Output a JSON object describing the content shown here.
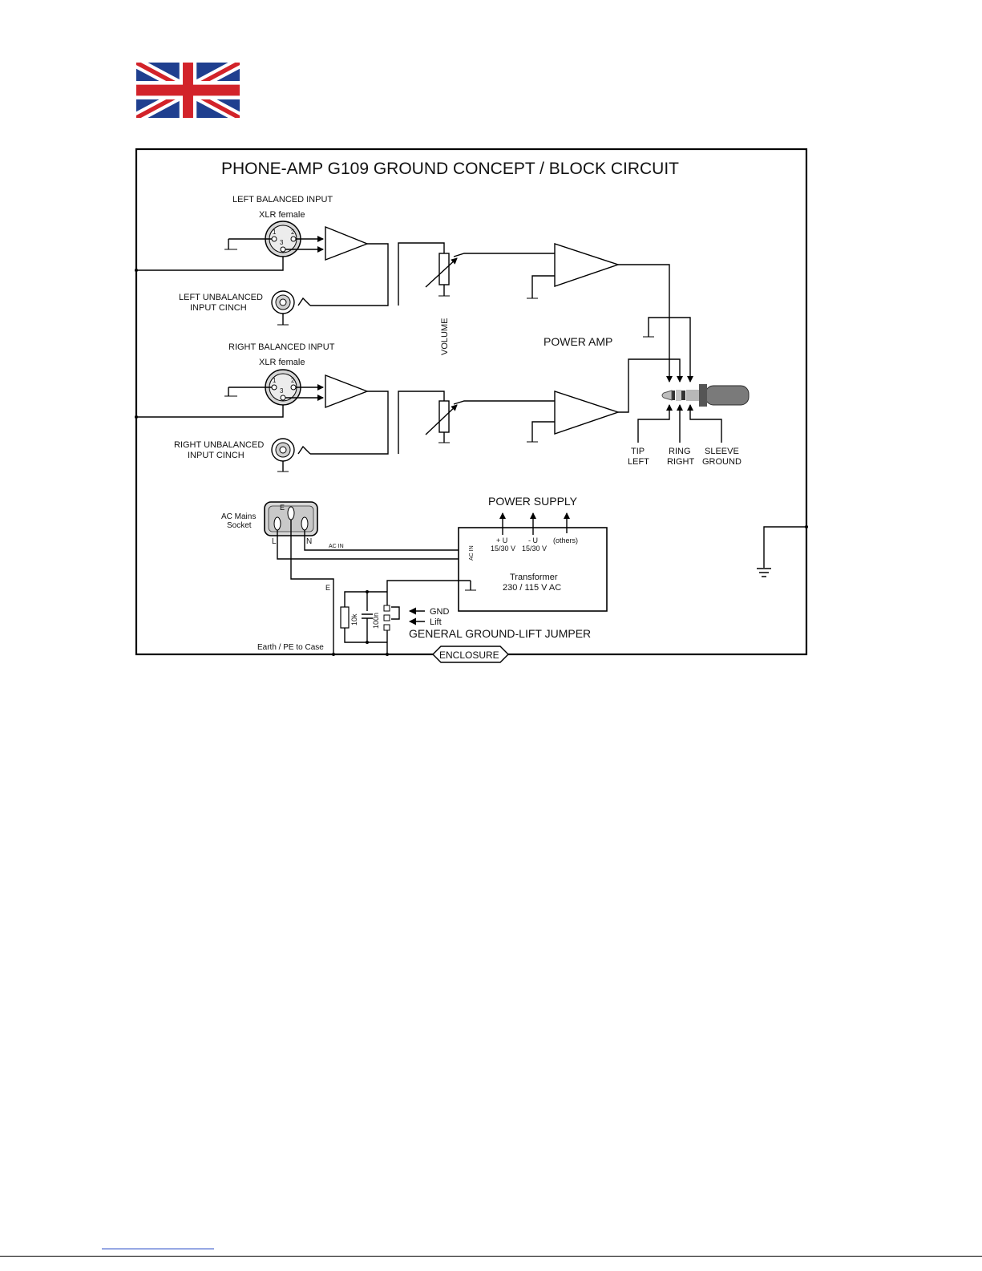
{
  "flag": {
    "name": "union-jack"
  },
  "diagram": {
    "title": "PHONE-AMP G109 GROUND CONCEPT / BLOCK CIRCUIT",
    "left_balanced": "LEFT BALANCED INPUT",
    "right_balanced": "RIGHT BALANCED  INPUT",
    "xlr_female": "XLR female",
    "pin1": "1",
    "pin2": "2",
    "pin3": "3",
    "left_unbalanced_1": "LEFT UNBALANCED",
    "left_unbalanced_2": "INPUT   CINCH",
    "right_unbalanced_1": "RIGHT UNBALANCED",
    "right_unbalanced_2": "INPUT   CINCH",
    "volume": "VOLUME",
    "power_amp": "POWER AMP",
    "tip_1": "TIP",
    "tip_2": "LEFT",
    "ring_1": "RING",
    "ring_2": "RIGHT",
    "sleeve_1": "SLEEVE",
    "sleeve_2": "GROUND",
    "ac_mains_1": "AC Mains",
    "ac_mains_2": "Socket",
    "socket_e": "E",
    "socket_l": "L",
    "socket_n": "N",
    "ac_in": "AC IN",
    "ac_in_vertical": "AC IN",
    "power_supply": "POWER SUPPLY",
    "plus_u_1": "+ U",
    "plus_u_2": "15/30 V",
    "minus_u_1": "- U",
    "minus_u_2": "15/30 V",
    "others": "(others)",
    "transformer_1": "Transformer",
    "transformer_2": "230 / 115 V AC",
    "wire_e": "E",
    "r_10k": "10k",
    "c_100n": "100n",
    "gnd": "GND",
    "lift": "Lift",
    "jumper": "GENERAL GROUND-LIFT JUMPER",
    "earth": "Earth / PE to Case",
    "enclosure": "ENCLOSURE"
  },
  "colors": {
    "flag_blue": "#1f3f8f",
    "flag_red": "#d2232a",
    "line": "#000000",
    "footer_link": "#1a3fc4"
  }
}
